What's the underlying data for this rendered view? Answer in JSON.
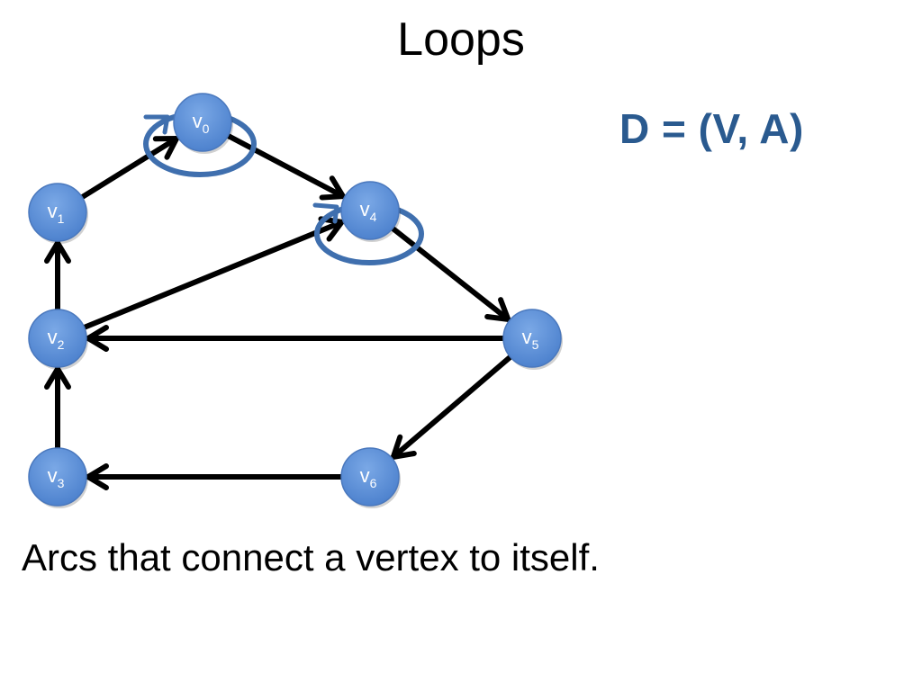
{
  "title": "Loops",
  "formula": "D = (V, A)",
  "caption": "Arcs that connect a vertex to itself.",
  "colors": {
    "node_fill": "#5b8ed6",
    "node_stroke": "#4a78bd",
    "loop_stroke": "#3f6fae",
    "arc_stroke": "#000000",
    "formula_text": "#2a5a8f"
  },
  "vertices": [
    {
      "id": "v0",
      "base": "v",
      "sub": "0"
    },
    {
      "id": "v1",
      "base": "v",
      "sub": "1"
    },
    {
      "id": "v2",
      "base": "v",
      "sub": "2"
    },
    {
      "id": "v3",
      "base": "v",
      "sub": "3"
    },
    {
      "id": "v4",
      "base": "v",
      "sub": "4"
    },
    {
      "id": "v5",
      "base": "v",
      "sub": "5"
    },
    {
      "id": "v6",
      "base": "v",
      "sub": "6"
    }
  ],
  "arcs": [
    {
      "from": "v1",
      "to": "v0"
    },
    {
      "from": "v0",
      "to": "v4"
    },
    {
      "from": "v2",
      "to": "v1"
    },
    {
      "from": "v2",
      "to": "v4"
    },
    {
      "from": "v4",
      "to": "v5"
    },
    {
      "from": "v5",
      "to": "v2"
    },
    {
      "from": "v5",
      "to": "v6"
    },
    {
      "from": "v3",
      "to": "v2"
    },
    {
      "from": "v6",
      "to": "v3"
    }
  ],
  "loops": [
    {
      "vertex": "v0"
    },
    {
      "vertex": "v4"
    }
  ]
}
